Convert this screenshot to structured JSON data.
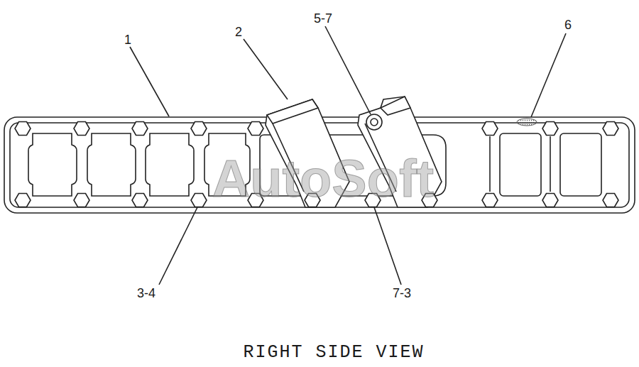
{
  "diagram": {
    "caption": "RIGHT SIDE VIEW",
    "labels": [
      "1",
      "2",
      "5-7",
      "6",
      "3-4",
      "7-3",
      "AutoSoft"
    ]
  }
}
